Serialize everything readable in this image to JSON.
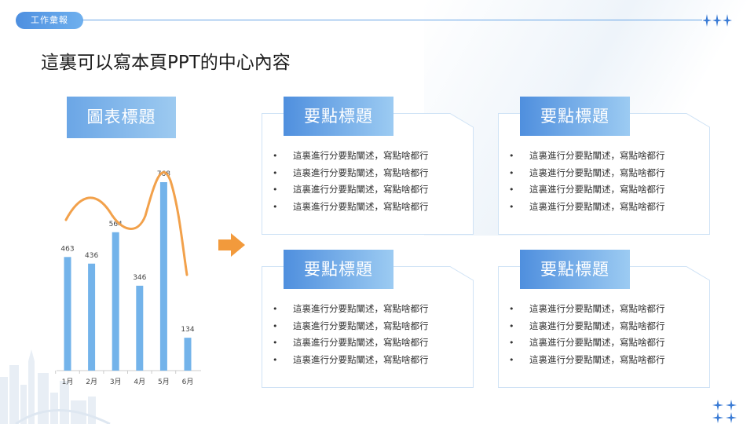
{
  "header": {
    "badge": "工作彙報",
    "title": "這裏可以寫本頁PPT的中心內容"
  },
  "chart_title": "圖表標題",
  "chart_data": {
    "type": "bar",
    "categories": [
      "1月",
      "2月",
      "3月",
      "4月",
      "5月",
      "6月"
    ],
    "values": [
      463,
      436,
      564,
      346,
      768,
      134
    ],
    "ylim": [
      0,
      800
    ],
    "grid": false,
    "overlay": "smooth-line-trend",
    "bar_color": "#73b3ea",
    "line_color": "#f2a14b"
  },
  "cards": [
    {
      "title": "要點標題",
      "items": [
        "這裏進行分要點闡述，寫點啥都行",
        "這裏進行分要點闡述，寫點啥都行",
        "這裏進行分要點闡述，寫點啥都行",
        "這裏進行分要點闡述，寫點啥都行"
      ]
    },
    {
      "title": "要點標題",
      "items": [
        "這裏進行分要點闡述，寫點啥都行",
        "這裏進行分要點闡述，寫點啥都行",
        "這裏進行分要點闡述，寫點啥都行",
        "這裏進行分要點闡述，寫點啥都行"
      ]
    },
    {
      "title": "要點標題",
      "items": [
        "這裏進行分要點闡述，寫點啥都行",
        "這裏進行分要點闡述，寫點啥都行",
        "這裏進行分要點闡述，寫點啥都行",
        "這裏進行分要點闡述，寫點啥都行"
      ]
    },
    {
      "title": "要點標題",
      "items": [
        "這裏進行分要點闡述，寫點啥都行",
        "這裏進行分要點闡述，寫點啥都行",
        "這裏進行分要點闡述，寫點啥都行",
        "這裏進行分要點闡述，寫點啥都行"
      ]
    }
  ],
  "colors": {
    "accent": "#4f8fde",
    "arrow": "#f2a14b",
    "card_border": "#cfe2f5"
  },
  "icons": [
    "sparkle-icon",
    "right-arrow-icon",
    "city-skyline-icon"
  ]
}
